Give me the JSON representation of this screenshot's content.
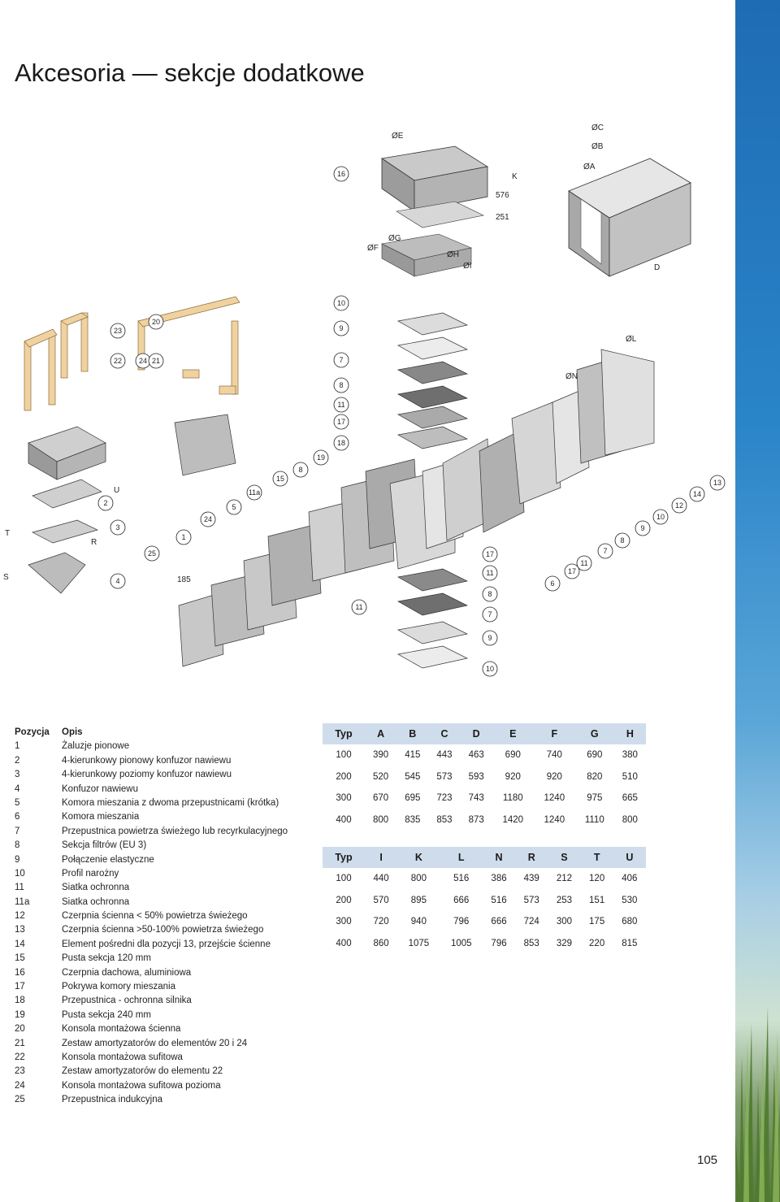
{
  "page": {
    "title": "Akcesoria — sekcje dodatkowe",
    "page_number": "105"
  },
  "diagram": {
    "top_labels": [
      "ØE",
      "ØC",
      "ØB",
      "ØA",
      "K",
      "576",
      "251",
      "ØF",
      "ØG",
      "ØH",
      "ØI",
      "D",
      "ØL",
      "ØN",
      "U",
      "T",
      "R",
      "S",
      "185"
    ],
    "callouts": [
      "16",
      "10",
      "9",
      "7",
      "8",
      "11",
      "17",
      "18",
      "19",
      "15",
      "8",
      "11a",
      "5",
      "2",
      "3",
      "24",
      "1",
      "25",
      "4",
      "23",
      "20",
      "22",
      "24",
      "21",
      "13",
      "14",
      "12",
      "10",
      "9",
      "8",
      "7",
      "11",
      "17",
      "6",
      "17",
      "11",
      "8",
      "7",
      "9",
      "10",
      "11"
    ]
  },
  "legend": {
    "header_pos": "Pozycja",
    "header_desc": "Opis",
    "items": [
      {
        "pos": "1",
        "desc": "Żaluzje pionowe"
      },
      {
        "pos": "2",
        "desc": "4-kierunkowy pionowy konfuzor nawiewu"
      },
      {
        "pos": "3",
        "desc": "4-kierunkowy poziomy konfuzor nawiewu"
      },
      {
        "pos": "4",
        "desc": "Konfuzor nawiewu"
      },
      {
        "pos": "5",
        "desc": "Komora mieszania z dwoma przepustnicami (krótka)"
      },
      {
        "pos": "6",
        "desc": "Komora mieszania"
      },
      {
        "pos": "7",
        "desc": "Przepustnica powietrza świeżego lub recyrkulacyjnego"
      },
      {
        "pos": "8",
        "desc": "Sekcja filtrów (EU 3)"
      },
      {
        "pos": "9",
        "desc": "Połączenie elastyczne"
      },
      {
        "pos": "10",
        "desc": "Profil narożny"
      },
      {
        "pos": "11",
        "desc": "Siatka ochronna"
      },
      {
        "pos": "11a",
        "desc": "Siatka ochronna"
      },
      {
        "pos": "12",
        "desc": "Czerpnia ścienna < 50% powietrza świeżego"
      },
      {
        "pos": "13",
        "desc": "Czerpnia ścienna >50-100% powietrza świeżego"
      },
      {
        "pos": "14",
        "desc": "Element pośredni dla pozycji 13, przejście ścienne"
      },
      {
        "pos": "15",
        "desc": "Pusta sekcja 120 mm"
      },
      {
        "pos": "16",
        "desc": "Czerpnia dachowa, aluminiowa"
      },
      {
        "pos": "17",
        "desc": "Pokrywa komory mieszania"
      },
      {
        "pos": "18",
        "desc": "Przepustnica - ochronna silnika"
      },
      {
        "pos": "19",
        "desc": "Pusta sekcja 240 mm"
      },
      {
        "pos": "20",
        "desc": "Konsola montażowa ścienna"
      },
      {
        "pos": "21",
        "desc": "Zestaw amortyzatorów do elementów 20 i 24"
      },
      {
        "pos": "22",
        "desc": "Konsola montażowa sufitowa"
      },
      {
        "pos": "23",
        "desc": "Zestaw amortyzatorów do elementu 22"
      },
      {
        "pos": "24",
        "desc": "Konsola montażowa sufitowa pozioma"
      },
      {
        "pos": "25",
        "desc": "Przepustnica indukcyjna"
      }
    ]
  },
  "table1": {
    "headers": [
      "Typ",
      "A",
      "B",
      "C",
      "D",
      "E",
      "F",
      "G",
      "H"
    ],
    "rows": [
      [
        "100",
        "390",
        "415",
        "443",
        "463",
        "690",
        "740",
        "690",
        "380"
      ],
      [
        "200",
        "520",
        "545",
        "573",
        "593",
        "920",
        "920",
        "820",
        "510"
      ],
      [
        "300",
        "670",
        "695",
        "723",
        "743",
        "1180",
        "1240",
        "975",
        "665"
      ],
      [
        "400",
        "800",
        "835",
        "853",
        "873",
        "1420",
        "1240",
        "1110",
        "800"
      ]
    ]
  },
  "table2": {
    "headers": [
      "Typ",
      "I",
      "K",
      "L",
      "N",
      "R",
      "S",
      "T",
      "U"
    ],
    "rows": [
      [
        "100",
        "440",
        "800",
        "516",
        "386",
        "439",
        "212",
        "120",
        "406"
      ],
      [
        "200",
        "570",
        "895",
        "666",
        "516",
        "573",
        "253",
        "151",
        "530"
      ],
      [
        "300",
        "720",
        "940",
        "796",
        "666",
        "724",
        "300",
        "175",
        "680"
      ],
      [
        "400",
        "860",
        "1075",
        "1005",
        "796",
        "853",
        "329",
        "220",
        "815"
      ]
    ]
  }
}
